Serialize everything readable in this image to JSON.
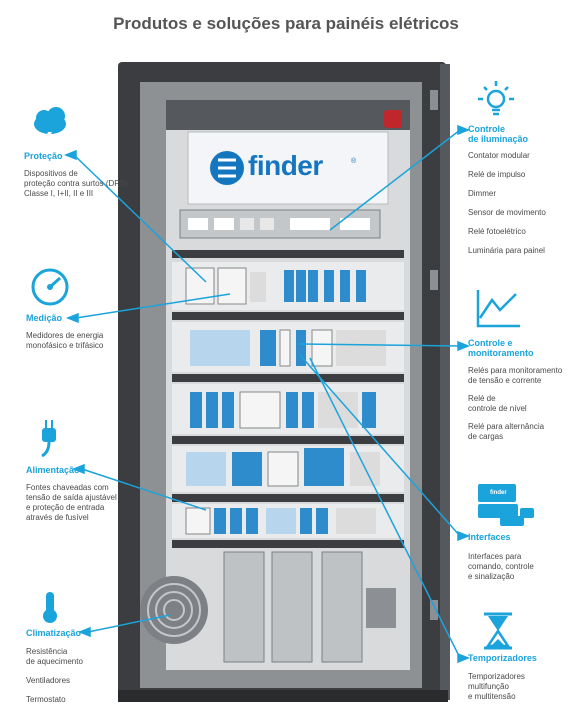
{
  "title": "Produtos e soluções para painéis elétricos",
  "brand": {
    "logo_text": "finder",
    "logo_mark": "®",
    "mini_logo": "finder"
  },
  "colors": {
    "accent": "#1ba3dc",
    "brand_blue": "#1576c0",
    "cabinet": "#3b3d40",
    "title_gray": "#555555"
  },
  "left": {
    "protecao": {
      "title": "Proteção",
      "icon": "cloud-lightning-icon",
      "desc": [
        "Dispositivos de",
        "proteção contra surtos (DPS)",
        "Classe I, I+II, II e III"
      ]
    },
    "medicao": {
      "title": "Medição",
      "icon": "gauge-icon",
      "desc": [
        "Medidores de energia",
        "monofásico e trifásico"
      ]
    },
    "alimentacao": {
      "title": "Alimentação",
      "icon": "plug-icon",
      "desc": [
        "Fontes chaveadas com",
        "tensão de saída ajustável",
        "e proteção de entrada",
        "através de fusível"
      ]
    },
    "climatizacao": {
      "title": "Climatização",
      "icon": "thermometer-icon",
      "items": [
        "Resistência",
        "de aquecimento",
        "Ventiladores",
        "Termostato"
      ]
    }
  },
  "right": {
    "iluminacao": {
      "title_1": "Controle",
      "title_2": "de iluminação",
      "icon": "lightbulb-icon",
      "items": [
        "Contator modular",
        "Relé de impulso",
        "Dimmer",
        "Sensor de movimento",
        "Relé fotoelétrico",
        "Luminária para painel"
      ]
    },
    "monitoramento": {
      "title_1": "Controle e",
      "title_2": "monitoramento",
      "icon": "rising-chart-icon",
      "items": [
        "Relés para monitoramento",
        "de tensão e corrente",
        "Relé de",
        "controle de nível",
        "Relé para alternância",
        "de cargas"
      ]
    },
    "interfaces": {
      "title": "Interfaces",
      "icon": "relay-boxes-icon",
      "items": [
        "Interfaces para",
        "comando, controle",
        "e sinalização"
      ]
    },
    "temporizadores": {
      "title": "Temporizadores",
      "icon": "hourglass-icon",
      "items": [
        "Temporizadores",
        "multifunção",
        "e multitensão"
      ]
    }
  }
}
